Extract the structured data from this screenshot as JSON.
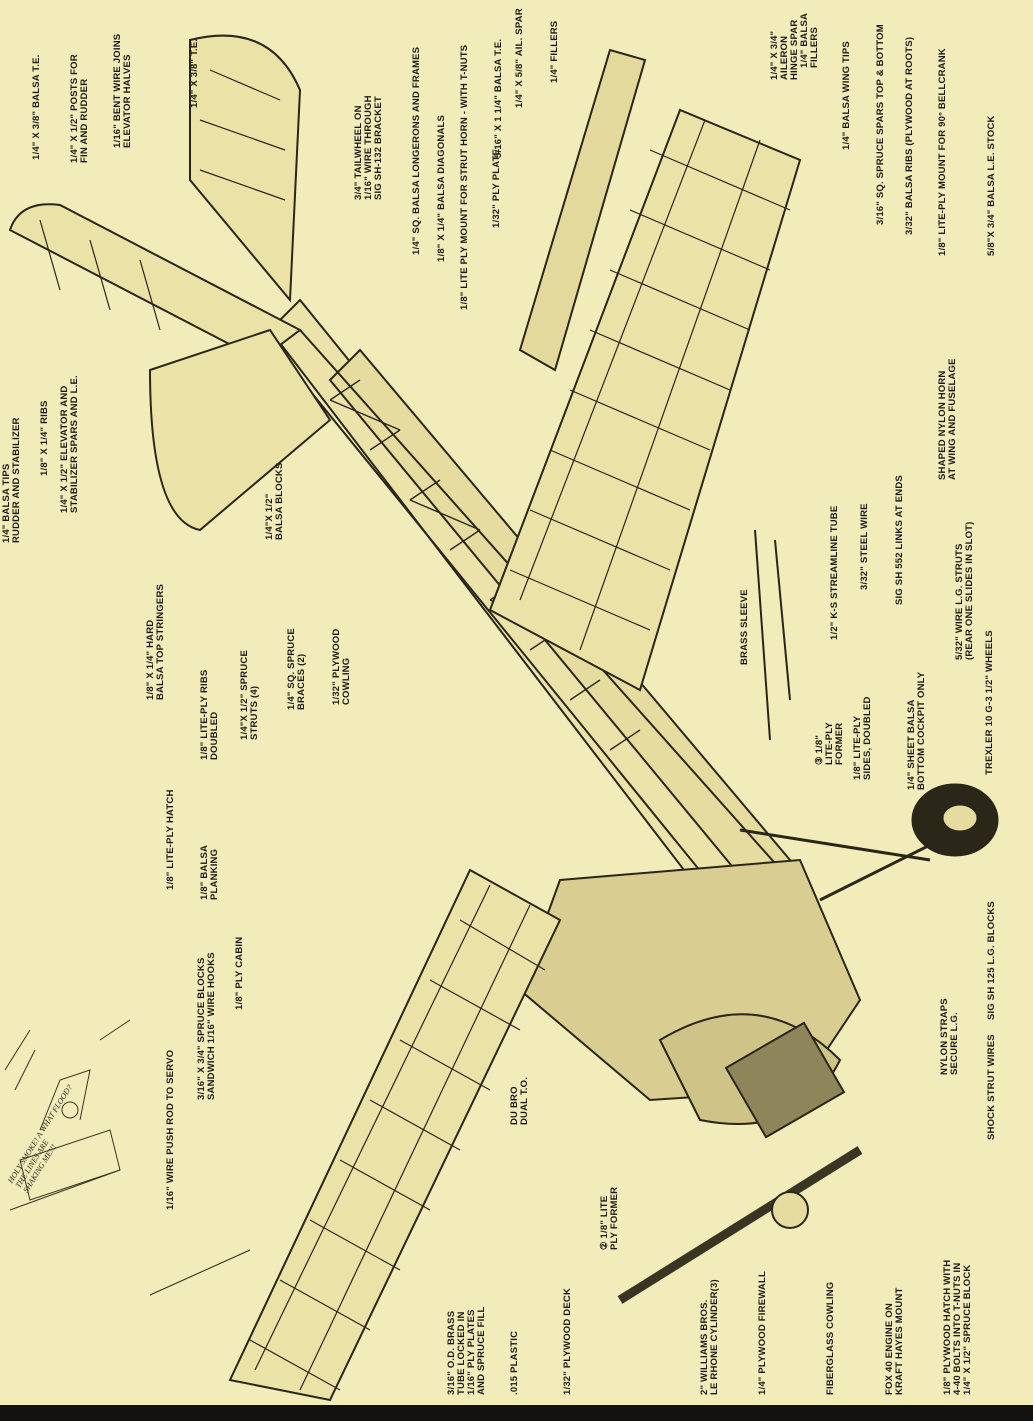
{
  "callouts": [
    {
      "id": "rudder-stab-tips",
      "lines": [
        "1/4\" BALSA TIPS",
        "RUDDER AND STABILIZER"
      ]
    },
    {
      "id": "ribs-1-8",
      "lines": [
        "1/8\" X 1/4\" RIBS"
      ]
    },
    {
      "id": "elev-stab-spars",
      "lines": [
        "1/4\" X 1/2\" ELEVATOR AND",
        "STABILIZER SPARS AND L.E."
      ]
    },
    {
      "id": "balsa-blocks",
      "lines": [
        "1/4\"X 1/2\"",
        "BALSA BLOCKS"
      ]
    },
    {
      "id": "rudder-te",
      "lines": [
        "1/4\" X 3/8\" BALSA T.E."
      ]
    },
    {
      "id": "fin-posts",
      "lines": [
        "1/4\" X 1/2\" POSTS FOR",
        "FIN AND RUDDER"
      ]
    },
    {
      "id": "elevator-joiner",
      "lines": [
        "1/16\" BENT WIRE JOINS",
        "ELEVATOR HALVES"
      ]
    },
    {
      "id": "stab-te",
      "lines": [
        "1/4\" X 3/8\" T.E."
      ]
    },
    {
      "id": "tailwheel",
      "lines": [
        "3/4\" TAILWHEEL ON",
        "1/16\" WIRE THROUGH",
        "SIG SH-132 BRACKET"
      ]
    },
    {
      "id": "longerons",
      "lines": [
        "1/4\" SQ. BALSA LONGERONS AND FRAMES"
      ]
    },
    {
      "id": "diagonals",
      "lines": [
        "1/8\" X 1/4\" BALSA DIAGONALS"
      ]
    },
    {
      "id": "strut-mount",
      "lines": [
        "1/8\" LITE PLY MOUNT FOR STRUT HORN - WITH T-NUTS"
      ]
    },
    {
      "id": "ply-plate",
      "lines": [
        "1/32\" PLY PLATE"
      ]
    },
    {
      "id": "aileron-te",
      "lines": [
        "5/16\" X 1 1/4\" BALSA T.E."
      ]
    },
    {
      "id": "aileron-spar",
      "lines": [
        "1/4\" X 5/8\" AIL. SPAR"
      ]
    },
    {
      "id": "fillers",
      "lines": [
        "1/4\" FILLERS"
      ]
    },
    {
      "id": "hinge-spar",
      "lines": [
        "1/4\" X 3/4\"",
        "AILERON",
        "HINGE SPAR"
      ]
    },
    {
      "id": "balsa-fillers",
      "lines": [
        "1/4\" BALSA",
        "FILLERS"
      ]
    },
    {
      "id": "wing-tips",
      "lines": [
        "1/4\" BALSA WING TIPS"
      ]
    },
    {
      "id": "spruce-spars",
      "lines": [
        "3/16\" SQ. SPRUCE SPARS TOP & BOTTOM"
      ]
    },
    {
      "id": "balsa-ribs",
      "lines": [
        "3/32\" BALSA RIBS (PLYWOOD AT ROOTS)"
      ]
    },
    {
      "id": "bellcrank-mount",
      "lines": [
        "1/8\" LITE-PLY MOUNT FOR 90° BELLCRANK"
      ]
    },
    {
      "id": "le-stock",
      "lines": [
        "5/8\"X 3/4\" BALSA L.E. STOCK"
      ]
    },
    {
      "id": "nylon-horn",
      "lines": [
        "SHAPED NYLON HORN",
        "AT WING AND FUSELAGE"
      ]
    },
    {
      "id": "sig-links",
      "lines": [
        "SIG SH 552 LINKS AT ENDS"
      ]
    },
    {
      "id": "steel-wire",
      "lines": [
        "3/32\" STEEL WIRE"
      ]
    },
    {
      "id": "streamline-tube",
      "lines": [
        "1/2\" K-S STREAMLINE TUBE"
      ]
    },
    {
      "id": "brass-sleeve",
      "lines": [
        "BRASS SLEEVE"
      ]
    },
    {
      "id": "lg-struts",
      "lines": [
        "5/32\" WIRE L.G. STRUTS",
        "(REAR ONE SLIDES IN SLOT)"
      ]
    },
    {
      "id": "wheels",
      "lines": [
        "TREXLER 10 G-3 1/2\" WHEELS"
      ]
    },
    {
      "id": "sheet-balsa",
      "lines": [
        "1/4\" SHEET BALSA",
        "BOTTOM COCKPIT ONLY"
      ]
    },
    {
      "id": "lite-ply-sides",
      "lines": [
        "1/8\" LITE-PLY",
        "SIDES, DOUBLED"
      ]
    },
    {
      "id": "former-3",
      "lines": [
        "③ 1/8\"",
        "LITE-PLY",
        "FORMER"
      ]
    },
    {
      "id": "lg-blocks",
      "lines": [
        "SIG SH 125 L.G. BLOCKS"
      ]
    },
    {
      "id": "nylon-straps",
      "lines": [
        "NYLON STRAPS",
        "SECURE L.G."
      ]
    },
    {
      "id": "shock-strut-wires",
      "lines": [
        "SHOCK STRUT WIRES"
      ]
    },
    {
      "id": "plywood-hatch",
      "lines": [
        "1/8\" PLYWOOD HATCH WITH",
        "4-40 BOLTS INTO T-NUTS IN",
        "1/4\" X 1/2\" SPRUCE BLOCK"
      ]
    },
    {
      "id": "engine-mount",
      "lines": [
        "FOX 40 ENGINE ON",
        "KRAFT HAYES MOUNT"
      ]
    },
    {
      "id": "cowling",
      "lines": [
        "FIBERGLASS COWLING"
      ]
    },
    {
      "id": "firewall",
      "lines": [
        "1/4\" PLYWOOD FIREWALL"
      ]
    },
    {
      "id": "rhone-cylinder",
      "lines": [
        "2\" WILLIAMS BROS.",
        "LE RHONE CYLINDER(3)"
      ]
    },
    {
      "id": "former-2",
      "lines": [
        "② 1/8\" LITE",
        "PLY FORMER"
      ]
    },
    {
      "id": "plywood-deck",
      "lines": [
        "1/32\" PLYWOOD DECK"
      ]
    },
    {
      "id": "plastic",
      "lines": [
        ".015 PLASTIC"
      ]
    },
    {
      "id": "dual-to",
      "lines": [
        "DU BRO",
        "DUAL T.O."
      ]
    },
    {
      "id": "brass-tube",
      "lines": [
        "3/16\" O.D. BRASS",
        "TUBE LOCKED IN",
        "1/16\" PLY PLATES",
        "AND SPRUCE FILL"
      ]
    },
    {
      "id": "push-rod",
      "lines": [
        "1/16\" WIRE PUSH ROD TO SERVO"
      ]
    },
    {
      "id": "spruce-blocks",
      "lines": [
        "3/16\" X 3/4\" SPRUCE BLOCKS",
        "SANDWICH 1/16\" WIRE HOOKS"
      ]
    },
    {
      "id": "ply-cabin",
      "lines": [
        "1/8\" PLY CABIN"
      ]
    },
    {
      "id": "balsa-planking",
      "lines": [
        "1/8\" BALSA",
        "PLANKING"
      ]
    },
    {
      "id": "lite-ply-hatch",
      "lines": [
        "1/8\" LITE-PLY HATCH"
      ]
    },
    {
      "id": "top-stringers",
      "lines": [
        "1/8\" X 1/4\" HARD",
        "BALSA TOP STRINGERS"
      ]
    },
    {
      "id": "lite-ply-ribs",
      "lines": [
        "1/8\" LITE-PLY RIBS",
        "DOUBLED"
      ]
    },
    {
      "id": "spruce-struts",
      "lines": [
        "1/4\"X 1/2\" SPRUCE",
        "STRUTS (4)"
      ]
    },
    {
      "id": "spruce-braces",
      "lines": [
        "1/4\" SQ. SPRUCE",
        "BRACES (2)"
      ]
    },
    {
      "id": "plywood-cowling",
      "lines": [
        "1/32\" PLYWOOD",
        "COWLING"
      ]
    }
  ],
  "cartoon_note": [
    "HOLY SMOKE! A WHAT FLOOD?",
    "THE LINES ARE",
    "SHAKING ME!!!"
  ],
  "colors": {
    "paper": "#f2ecbb",
    "ink": "#1c1a12",
    "wood": "#e6dca0",
    "shade": "#b9ad78"
  }
}
